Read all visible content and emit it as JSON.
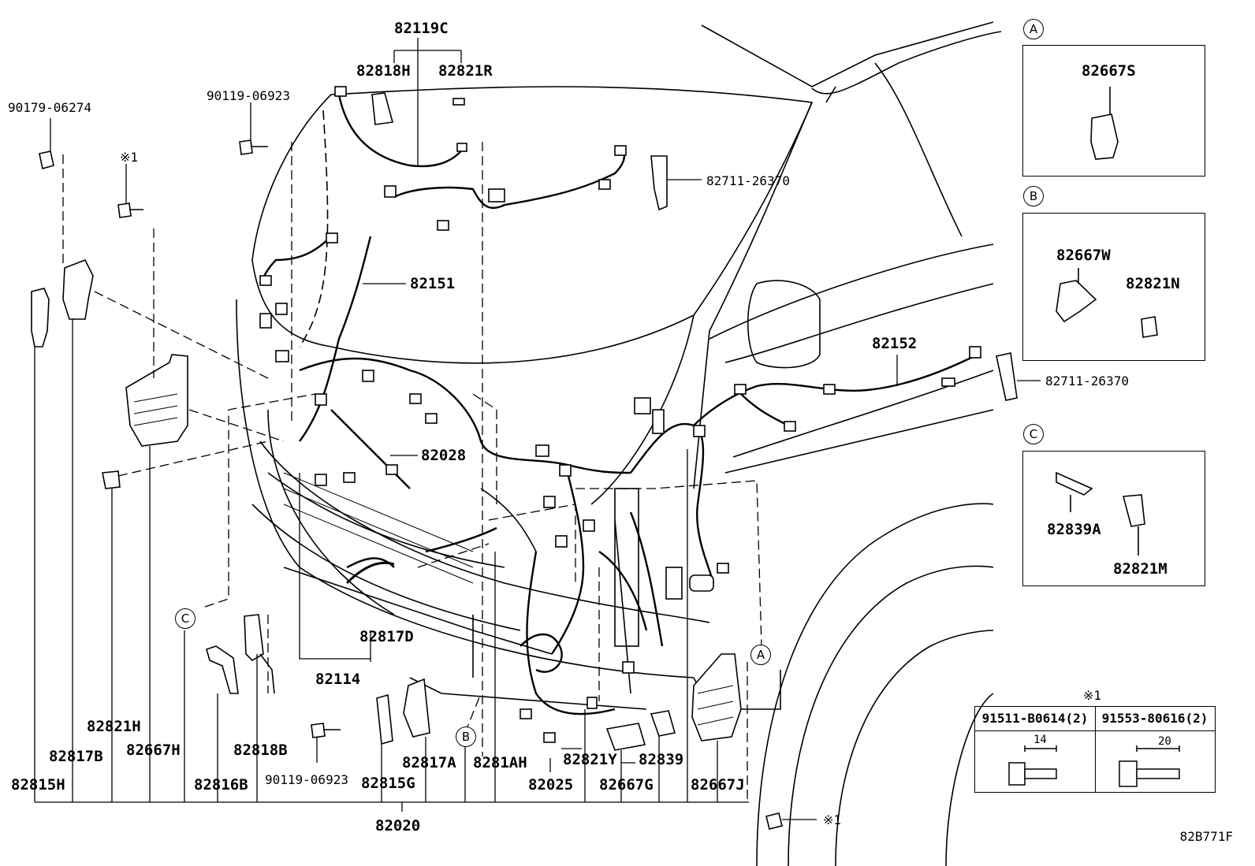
{
  "parts": {
    "p82119C": "82119C",
    "p82818H": "82818H",
    "p82821R": "82821R",
    "p90179_06274": "90179-06274",
    "p90119_06923_top": "90119-06923",
    "p_note1_top": "※1",
    "p82711_26370_top": "82711-26370",
    "p82151": "82151",
    "p82028": "82028",
    "p82152": "82152",
    "p82711_26370_right": "82711-26370",
    "p82817D": "82817D",
    "p82114": "82114",
    "p82821H": "82821H",
    "p82667H": "82667H",
    "p82817B": "82817B",
    "p82815H": "82815H",
    "p82816B": "82816B",
    "p82818B": "82818B",
    "p90119_06923_bottom": "90119-06923",
    "p82815G": "82815G",
    "p82817A": "82817A",
    "p8281AH": "8281AH",
    "p82025": "82025",
    "p82821Y": "82821Y",
    "p82839": "82839",
    "p82667G": "82667G",
    "p82667J": "82667J",
    "p82020": "82020",
    "p_note1_bottom": "※1"
  },
  "callouts": {
    "c_left": "C",
    "b_mid": "B",
    "a_right": "A"
  },
  "insets": {
    "A": {
      "letter": "A",
      "part": "82667S"
    },
    "B": {
      "letter": "B",
      "part1": "82667W",
      "part2": "82821N"
    },
    "C": {
      "letter": "C",
      "part1": "82839A",
      "part2": "82821M"
    }
  },
  "bolt_table": {
    "note": "※1",
    "col1_header": "91511-B0614(2)",
    "col2_header": "91553-80616(2)",
    "col1_length": "14",
    "col2_length": "20"
  },
  "diagram_code": "82B771F"
}
